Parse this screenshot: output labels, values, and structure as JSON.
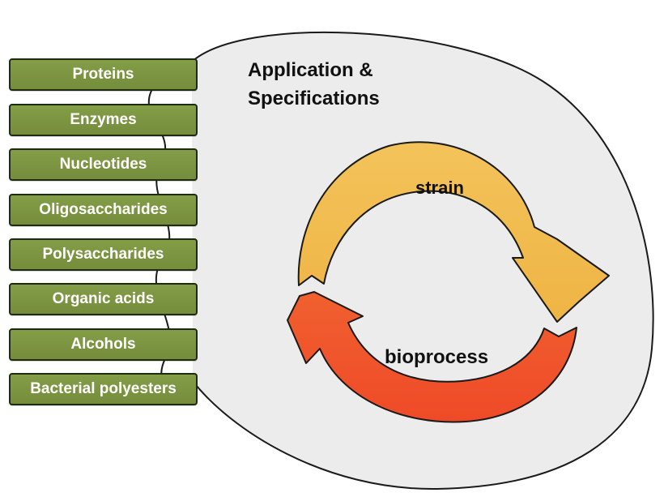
{
  "title": {
    "line1": "Application &",
    "line2": "Specifications"
  },
  "cycle": {
    "top_label": "strain",
    "bottom_label": "bioprocess",
    "top_arrow_color": "#f2bd4f",
    "bottom_arrow_color": "#f0532c"
  },
  "products": [
    "Proteins",
    "Enzymes",
    "Nucleotides",
    "Oligosaccharides",
    "Polysaccharides",
    "Organic acids",
    "Alcohols",
    "Bacterial polyesters"
  ],
  "colors": {
    "box_fill": "#7a9340",
    "box_border": "#1f2a12",
    "region_fill": "#ececec",
    "outline": "#1a1a1a"
  }
}
